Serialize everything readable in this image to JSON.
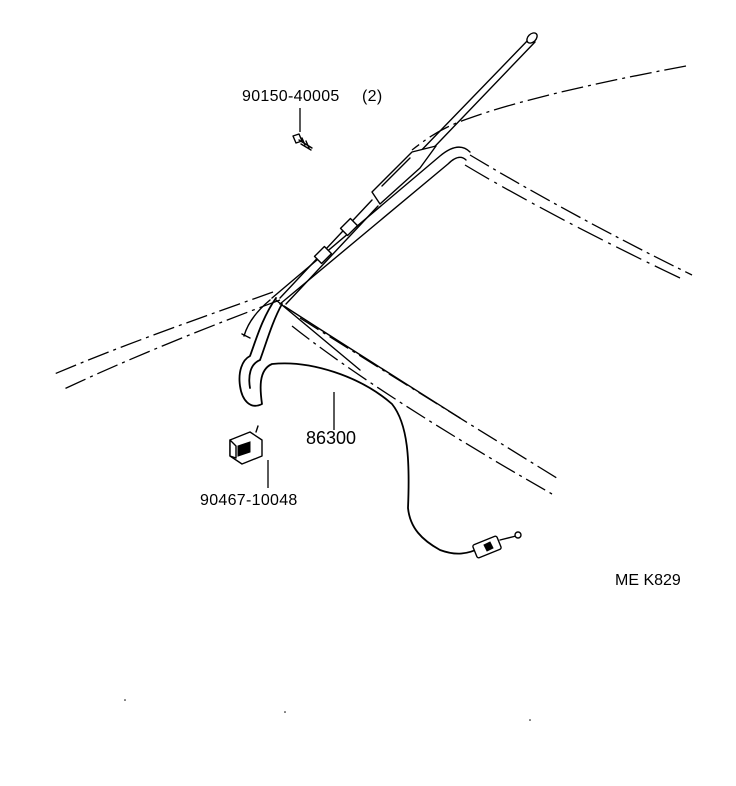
{
  "diagram": {
    "parts": [
      {
        "part_number": "90150-40005",
        "quantity": "(2)",
        "depicts": "screw"
      },
      {
        "part_number": "86300",
        "depicts": "antenna assembly with cable"
      },
      {
        "part_number": "90467-10048",
        "depicts": "clamp"
      }
    ],
    "figure_code": "ME K829",
    "colors": {
      "line": "#000000",
      "background": "#ffffff"
    }
  }
}
